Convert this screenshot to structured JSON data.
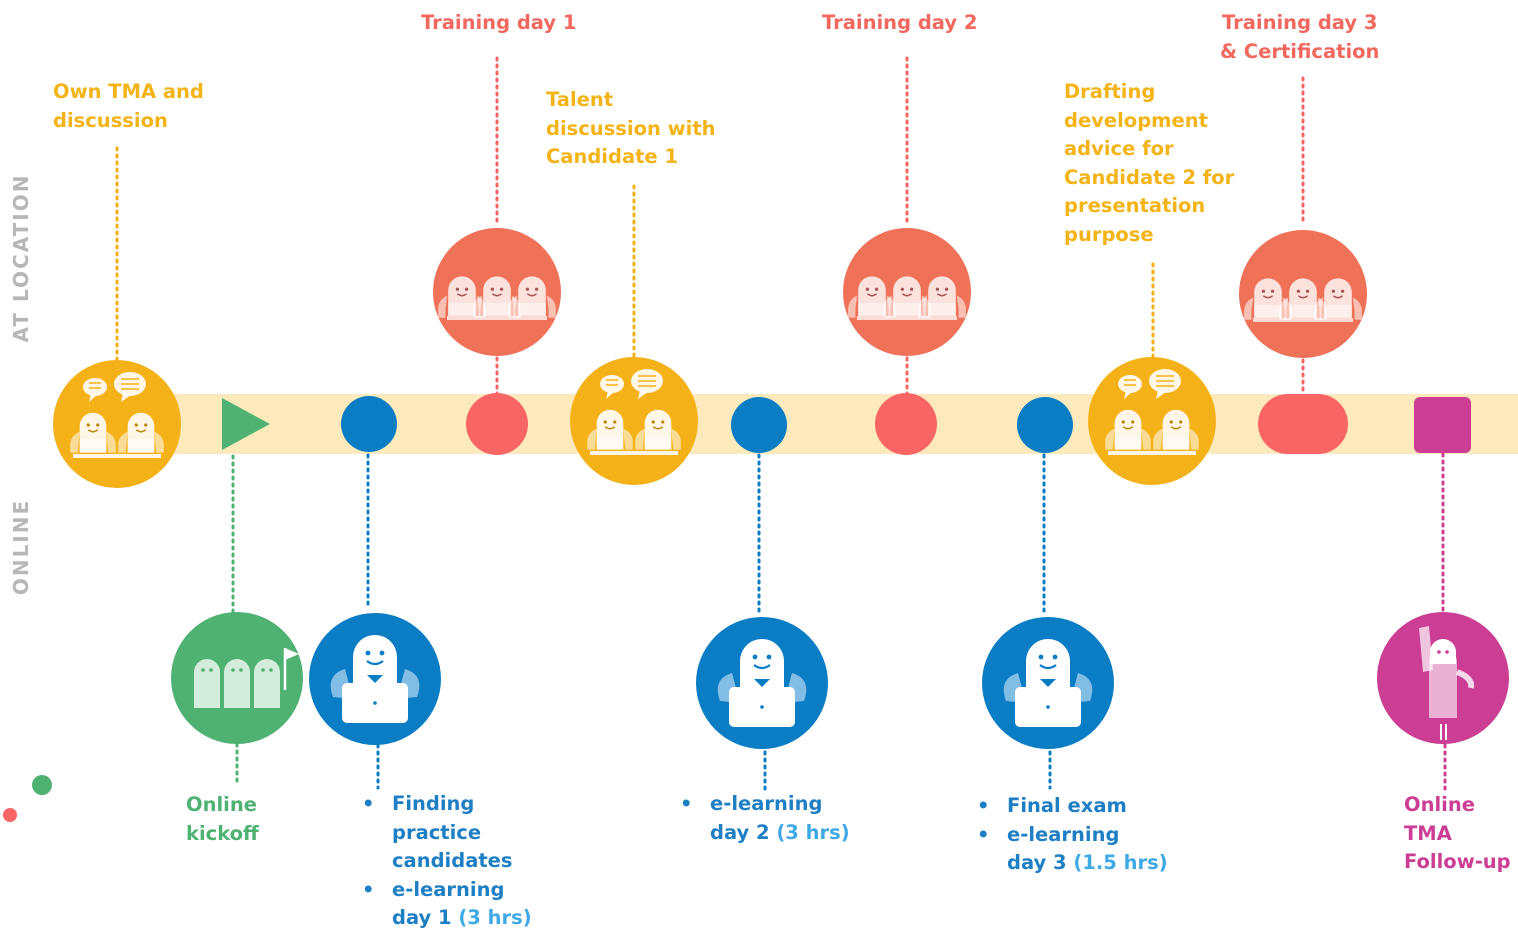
{
  "colors": {
    "track": "#fdeabc",
    "yellow": "#f5b118",
    "coral": "#ef7158",
    "red": "#f96464",
    "green": "#4fb273",
    "blue": "#0b7dc4",
    "magenta": "#cc3d94"
  },
  "side_labels": {
    "top": "AT LOCATION",
    "bottom": "ONLINE"
  },
  "at_location": {
    "own_tma": [
      "Own TMA and",
      "discussion"
    ],
    "training_day_1": [
      "Training day 1"
    ],
    "talent_discussion": [
      "Talent",
      "discussion with",
      "Candidate 1"
    ],
    "training_day_2": [
      "Training day 2"
    ],
    "drafting": [
      "Drafting",
      "development",
      "advice for",
      "Candidate 2 for",
      "presentation",
      "purpose"
    ],
    "training_day_3": [
      "Training day 3",
      "& Certification"
    ]
  },
  "online": {
    "kickoff": [
      "Online",
      "kickoff"
    ],
    "block1": [
      {
        "lines": [
          "Finding",
          "practice",
          "candidates"
        ],
        "suffix": ""
      },
      {
        "lines": [
          "e-learning",
          "day 1"
        ],
        "suffix": "(3 hrs)"
      }
    ],
    "block2": [
      {
        "lines": [
          "e-learning",
          "day 2"
        ],
        "suffix": "(3 hrs)"
      }
    ],
    "block3": [
      {
        "lines": [
          "Final exam"
        ],
        "suffix": ""
      },
      {
        "lines": [
          "e-learning",
          "day 3"
        ],
        "suffix": "(1.5 hrs)"
      }
    ],
    "followup": [
      "Online",
      "TMA",
      "Follow-up"
    ]
  },
  "icons": {
    "discussion": "discussion-people-icon",
    "training": "group-training-icon",
    "elearning": "person-laptop-icon",
    "kickoff": "kickoff-group-flag-icon",
    "followup": "person-waving-icon",
    "play": "play-icon"
  }
}
